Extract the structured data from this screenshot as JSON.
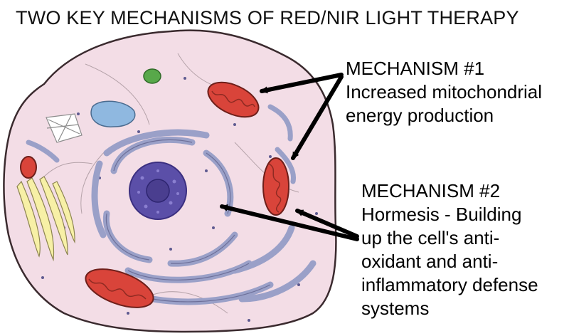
{
  "title": "TWO KEY MECHANISMS OF RED/NIR LIGHT THERAPY",
  "mechanisms": [
    {
      "heading": "MECHANISM #1",
      "lines": [
        "Increased mitochondrial",
        "energy production"
      ]
    },
    {
      "heading": "MECHANISM #2",
      "lines": [
        "Hormesis - Building",
        "up the cell's anti-",
        "oxidant and anti-",
        "inflammatory defense",
        "systems"
      ]
    }
  ],
  "colors": {
    "cytoplasm": "#f3dde6",
    "membrane": "#3a2a2e",
    "mitochondria": "#d9443a",
    "er": "#9aa0c8",
    "nucleus": "#5b4fa8",
    "golgi": "#f7f0a6",
    "vacuole": "#8fb8e0",
    "peroxisome": "#58a84a",
    "arrow": "#000000"
  },
  "icons": {
    "arrow": "arrow-icon"
  }
}
